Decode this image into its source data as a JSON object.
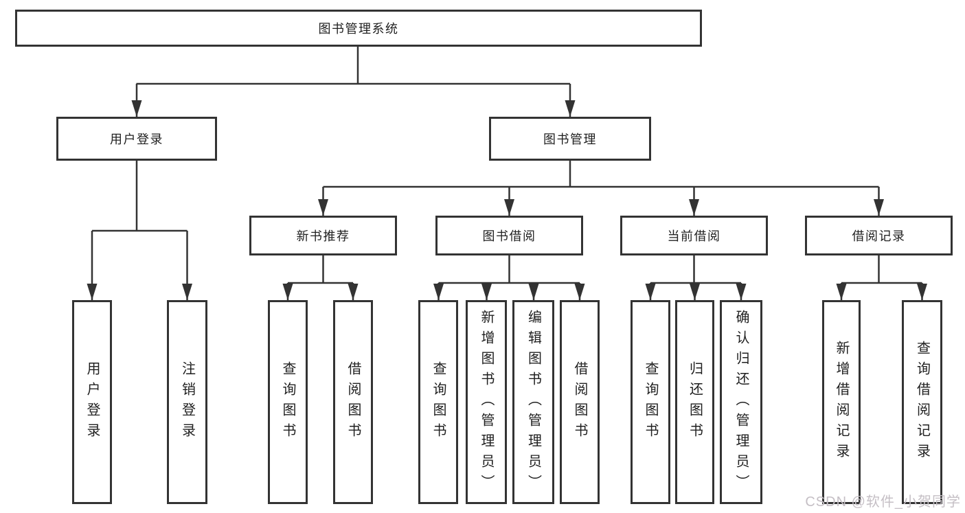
{
  "diagram": {
    "root": {
      "label": "图书管理系统"
    },
    "level2": [
      {
        "label": "用户登录"
      },
      {
        "label": "图书管理"
      }
    ],
    "level3": [
      {
        "parent": "图书管理",
        "label": "新书推荐"
      },
      {
        "parent": "图书管理",
        "label": "图书借阅"
      },
      {
        "parent": "图书管理",
        "label": "当前借阅"
      },
      {
        "parent": "图书管理",
        "label": "借阅记录"
      }
    ],
    "leaves": [
      {
        "parent": "用户登录",
        "label": "用户登录"
      },
      {
        "parent": "用户登录",
        "label": "注销登录"
      },
      {
        "parent": "新书推荐",
        "label": "查询图书"
      },
      {
        "parent": "新书推荐",
        "label": "借阅图书"
      },
      {
        "parent": "图书借阅",
        "label": "查询图书"
      },
      {
        "parent": "图书借阅",
        "label": "新增图书（管理员）"
      },
      {
        "parent": "图书借阅",
        "label": "编辑图书（管理员）"
      },
      {
        "parent": "图书借阅",
        "label": "借阅图书"
      },
      {
        "parent": "当前借阅",
        "label": "查询图书"
      },
      {
        "parent": "当前借阅",
        "label": "归还图书"
      },
      {
        "parent": "当前借阅",
        "label": "确认归还（管理员）"
      },
      {
        "parent": "借阅记录",
        "label": "新增借阅记录"
      },
      {
        "parent": "借阅记录",
        "label": "查询借阅记录"
      }
    ]
  },
  "watermark": {
    "text": "CSDN @软件_小贺同学"
  },
  "colors": {
    "line": "#333333",
    "box_border": "#333333",
    "text": "#1f1f1f",
    "watermark": "#c5bfc5",
    "background": "#ffffff"
  }
}
